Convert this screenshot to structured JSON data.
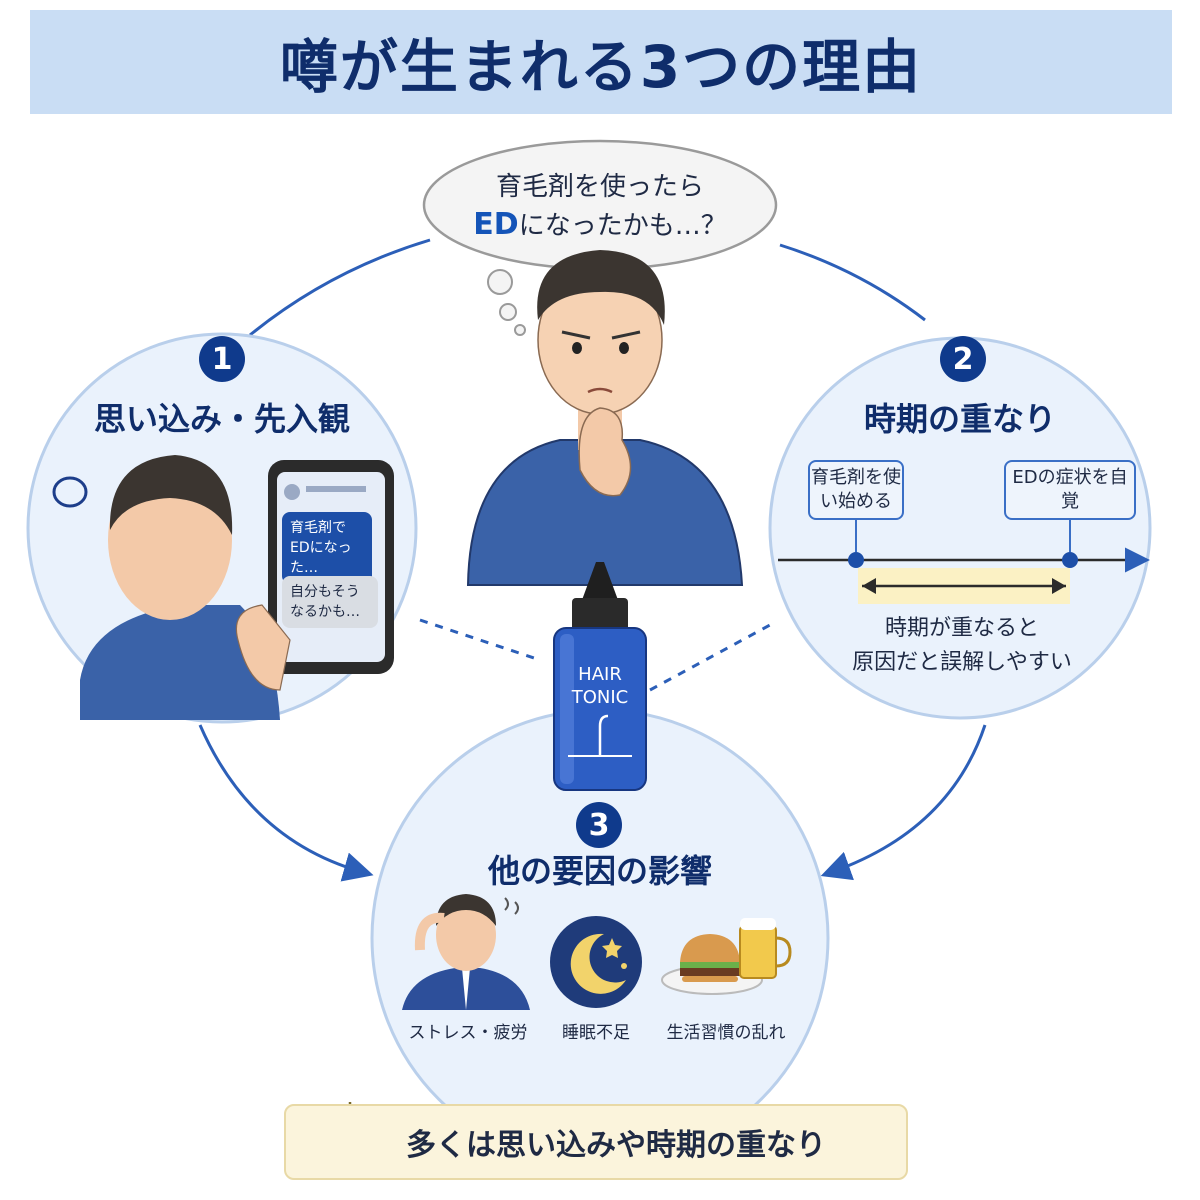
{
  "title": "噂が生まれる3つの理由",
  "thought": {
    "line1": "育毛剤を使ったら",
    "ed": "ED",
    "line2_rest": "になったかも…？"
  },
  "reason1": {
    "number": "1",
    "heading": "思い込み・先入観",
    "phone_msg1": "育毛剤でEDになった…",
    "phone_msg2": "自分もそうなるかも…"
  },
  "reason2": {
    "number": "2",
    "heading": "時期の重なり",
    "box_left": "育毛剤を使い始める",
    "box_right": "EDの症状を自覚",
    "note_line1": "時期が重なると",
    "note_line2": "原因だと誤解しやすい"
  },
  "reason3": {
    "number": "3",
    "heading": "他の要因の影響",
    "factors": [
      {
        "label": "ストレス・疲労",
        "icon": "stressed-man-icon"
      },
      {
        "label": "睡眠不足",
        "icon": "moon-icon"
      },
      {
        "label": "生活習慣の乱れ",
        "icon": "burger-beer-icon"
      }
    ]
  },
  "bottle": {
    "line1": "HAIR",
    "line2": "TONIC"
  },
  "summary": {
    "text": "多くは思い込みや時期の重なり",
    "icon": "lightbulb-icon"
  },
  "colors": {
    "navy": "#0f2d6b",
    "accent": "#1454b8",
    "circle_fill": "#eaf2fc",
    "circle_stroke": "#b9cfeb",
    "highlight": "#fbf1c4"
  }
}
